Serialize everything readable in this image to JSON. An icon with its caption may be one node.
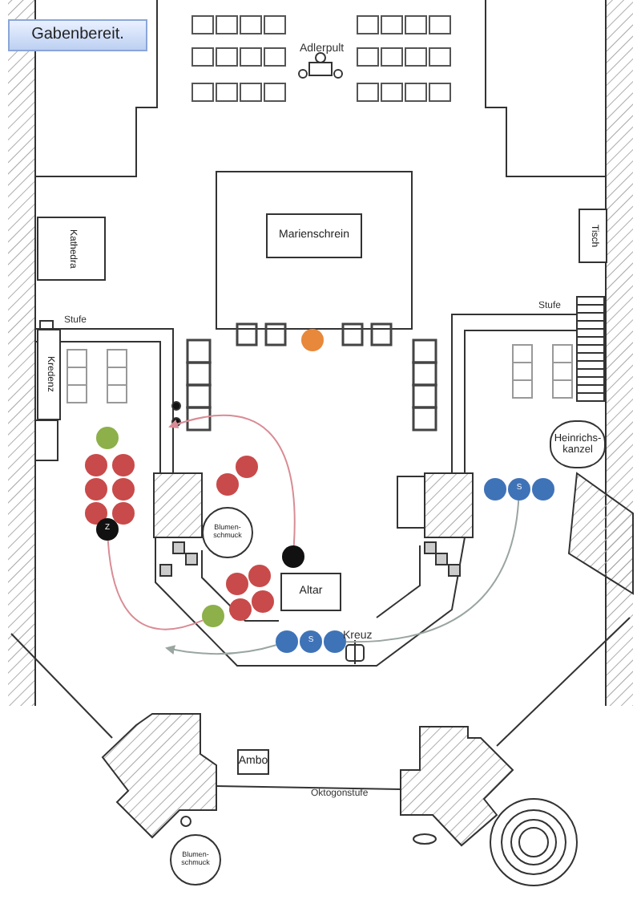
{
  "diagram": {
    "title": "Gabenbereit.",
    "nodes": [
      {
        "text": [
          "Marienschrein"
        ]
      },
      {
        "text": [
          "Kathedra"
        ]
      },
      {
        "text": [
          "Tisch"
        ]
      },
      {
        "text": [
          "Kredenz"
        ]
      },
      {
        "text": [
          "Heinrichs-kanzel"
        ]
      },
      {
        "text": [
          "Altar"
        ]
      },
      {
        "text": [
          "Ambo"
        ]
      },
      {
        "text": [
          "Blumen-schmuck"
        ]
      },
      {
        "text": [
          "Blumen-schmuck"
        ]
      },
      {
        "text": [],
        "shape": "circle"
      },
      {
        "text": [],
        "shape": "circle"
      },
      {
        "text": [],
        "shape": "circle"
      },
      {
        "text": [],
        "shape": "circle"
      },
      {
        "text": [],
        "shape": "circle"
      },
      {
        "text": [],
        "shape": "circle"
      },
      {
        "text": [],
        "shape": "circle"
      },
      {
        "text": [],
        "shape": "circle"
      },
      {
        "text": [
          "Z"
        ]
      },
      {
        "text": [],
        "shape": "circle"
      },
      {
        "text": [],
        "shape": "circle"
      },
      {
        "text": [],
        "shape": "circle"
      },
      {
        "text": [],
        "shape": "circle"
      },
      {
        "text": [],
        "shape": "circle"
      },
      {
        "text": [],
        "shape": "circle"
      },
      {
        "text": [],
        "shape": "circle"
      },
      {
        "text": [],
        "shape": "circle"
      },
      {
        "text": [],
        "shape": "circle"
      },
      {
        "text": [
          "S"
        ]
      },
      {
        "text": [],
        "shape": "circle"
      },
      {
        "text": [],
        "shape": "circle"
      },
      {
        "text": [
          "S"
        ]
      },
      {
        "text": [],
        "shape": "circle"
      }
    ],
    "edges": [
      {
        "from": 17,
        "to": 25,
        "arrow": "none",
        "color": "#d98c95"
      },
      {
        "from": 20,
        "to": null,
        "arrow": "to",
        "color": "#d98c95"
      },
      {
        "from": 29,
        "to": null,
        "arrow": "to",
        "color": "#9aa6a0"
      },
      {
        "from": 27,
        "to": 31,
        "arrow": "none",
        "color": "#9aa6a0"
      }
    ],
    "labels": [
      "Adlerpult",
      "Stufe",
      "Stufe",
      "Kreuz",
      "Oktogonstufe"
    ]
  }
}
